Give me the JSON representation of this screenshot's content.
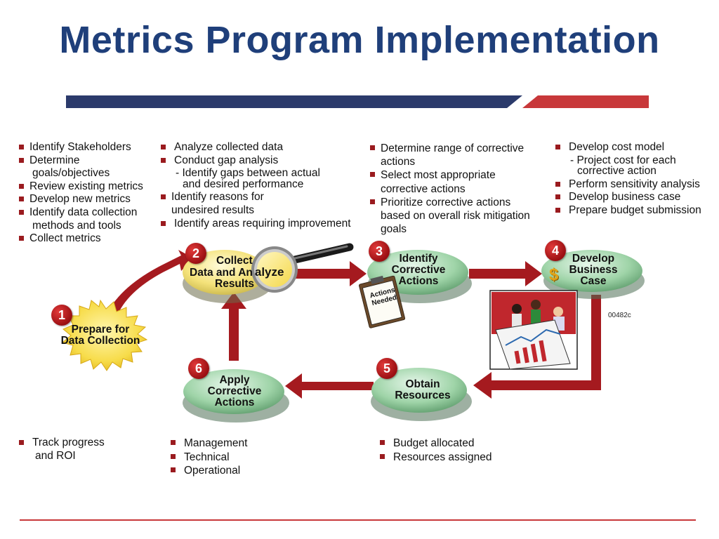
{
  "title": "Metrics Program Implementation",
  "stage1": {
    "number": "1",
    "label_line1": "Prepare for",
    "label_line2": "Data Collection",
    "bullets": [
      "Identify Stakeholders",
      "Determine",
      "goals/objectives",
      "Review existing metrics",
      "Develop new metrics",
      "Identify data collection",
      "methods and tools",
      "Collect metrics"
    ]
  },
  "stage2": {
    "number": "2",
    "label_line1": "Collect",
    "label_line2": "Data and An",
    "label_line2b": "alyze",
    "label_line3": "Results",
    "bullets": [
      "Analyze collected data",
      "Conduct gap analysis",
      "- Identify gaps between actual",
      "and desired performance",
      "Identify reasons for",
      "undesired results",
      "Identify areas requiring improvement"
    ]
  },
  "stage3": {
    "number": "3",
    "label_line1": "Identify",
    "label_line2": "Corrective",
    "label_line3": "Actions",
    "clipboard_line1": "Actions",
    "clipboard_line2": "Needed",
    "bullets": [
      "Determine range of corrective",
      "actions",
      "Select most appropriate",
      "corrective actions",
      "Prioritize corrective actions",
      "based on overall risk mitigation",
      "goals"
    ]
  },
  "stage4": {
    "number": "4",
    "label_line1": "Develop",
    "label_line2": "Business",
    "label_line3": "Case",
    "dollar": "$",
    "bullets": [
      "Develop cost model",
      "- Project cost for each",
      "corrective action",
      "Perform sensitivity analysis",
      "Develop business case",
      "Prepare budget submission"
    ]
  },
  "stage5": {
    "number": "5",
    "label_line1": "Obtain",
    "label_line2": "Resources",
    "bullets": [
      "Budget allocated",
      "Resources assigned"
    ]
  },
  "stage6": {
    "number": "6",
    "label_line1": "Apply",
    "label_line2": "Corrective",
    "label_line3": "Actions",
    "bullets": [
      "Management",
      "Technical",
      "Operational"
    ]
  },
  "track": {
    "bullets": [
      "Track progress",
      "and ROI"
    ]
  },
  "figure_code": "00482c",
  "colors": {
    "title": "#1f3f7a",
    "navy_bar": "#2b3a6b",
    "red_bar": "#c8383a",
    "arrow": "#a51a1f",
    "yellow_disc": "#f4e27a",
    "green_disc": "#9fd4a8",
    "bullet": "#9a1b1f"
  }
}
